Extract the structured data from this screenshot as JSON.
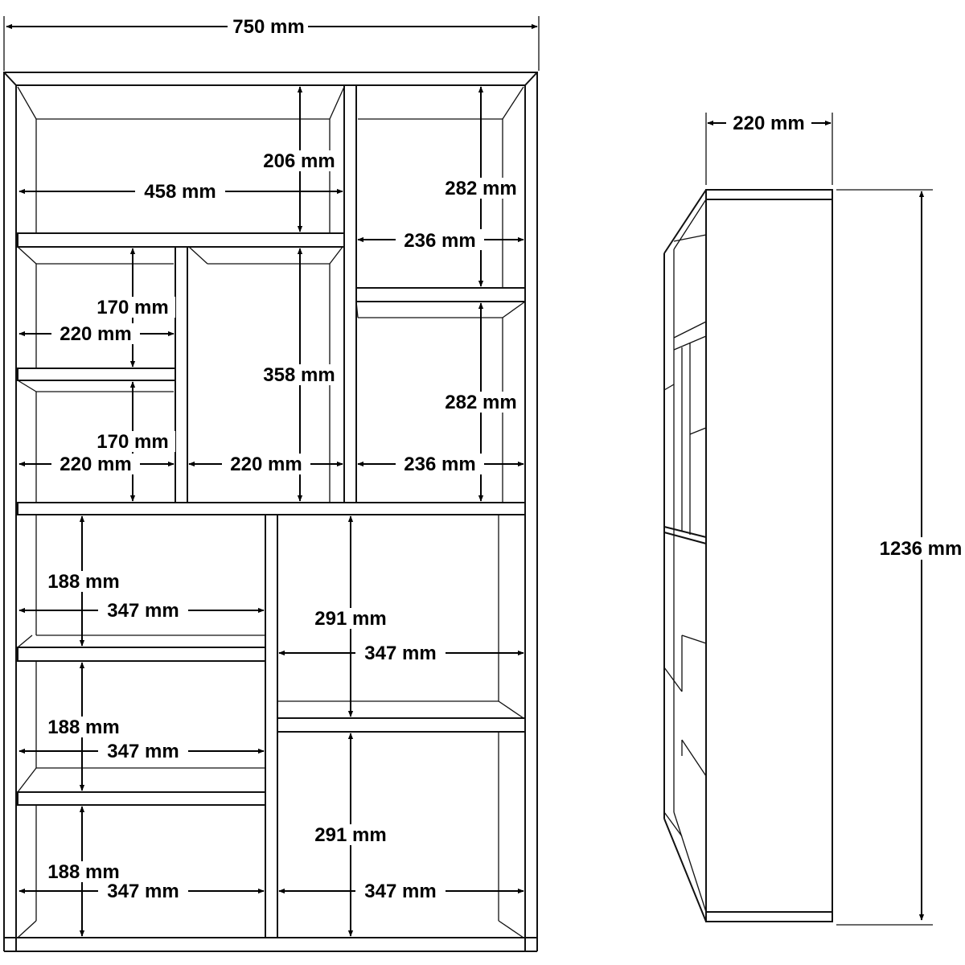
{
  "front_view": {
    "overall_width": "750 mm",
    "top_left": {
      "height": "206 mm",
      "width": "458 mm"
    },
    "top_right": {
      "height": "282 mm",
      "width": "236 mm"
    },
    "mid_left_upper": {
      "height": "170 mm",
      "width": "220 mm"
    },
    "mid_left_lower": {
      "height": "170 mm",
      "width": "220 mm"
    },
    "mid_center": {
      "height": "358 mm",
      "width": "220 mm"
    },
    "mid_right": {
      "height": "282 mm",
      "width": "236 mm"
    },
    "bottom_left_1": {
      "height": "188 mm",
      "width": "347 mm"
    },
    "bottom_left_2": {
      "height": "188 mm",
      "width": "347 mm"
    },
    "bottom_left_3": {
      "height": "188 mm",
      "width": "347 mm"
    },
    "bottom_right_1": {
      "height": "291 mm",
      "width": "347 mm"
    },
    "bottom_right_2": {
      "height": "291 mm",
      "width": "347 mm"
    }
  },
  "side_view": {
    "depth": "220 mm",
    "overall_height": "1236 mm"
  }
}
